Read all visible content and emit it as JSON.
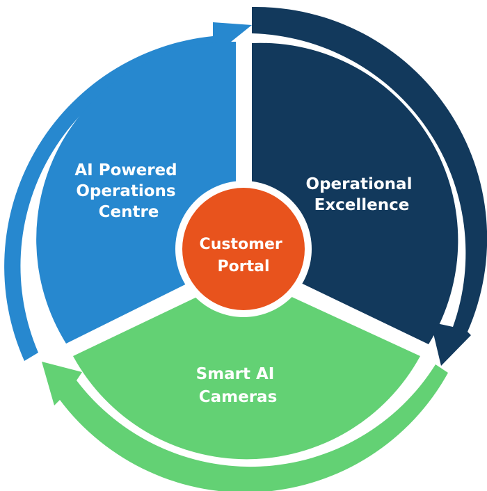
{
  "diagram": {
    "segments": [
      {
        "id": "ai-ops",
        "line1": "AI Powered",
        "line2": "Operations",
        "line3": "Centre",
        "color": "#2788cf"
      },
      {
        "id": "opex",
        "line1": "Operational",
        "line2": "Excellence",
        "color": "#12395c"
      },
      {
        "id": "cameras",
        "line1": "Smart AI",
        "line2": "Cameras",
        "color": "#63d174"
      }
    ],
    "center": {
      "line1": "Customer",
      "line2": "Portal",
      "color": "#e8531d"
    },
    "arrows": {
      "ai_ops_color": "#2788cf",
      "opex_color": "#12395c",
      "cameras_color": "#63d174",
      "direction": "clockwise"
    }
  }
}
